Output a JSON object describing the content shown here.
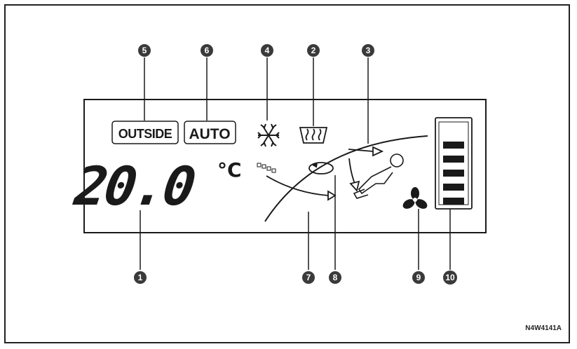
{
  "display": {
    "outside_label": "OUTSIDE",
    "auto_label": "AUTO",
    "temperature": "20.0",
    "unit": "°C",
    "fan_level_bars": 5,
    "fan_level_max": 5
  },
  "callouts": [
    "1",
    "2",
    "3",
    "4",
    "5",
    "6",
    "7",
    "8",
    "9",
    "10"
  ],
  "figure_id": "N4W4141A",
  "colors": {
    "panel": "#ffffff",
    "ink": "#1a1a1a",
    "callout": "#3a3a3a"
  }
}
